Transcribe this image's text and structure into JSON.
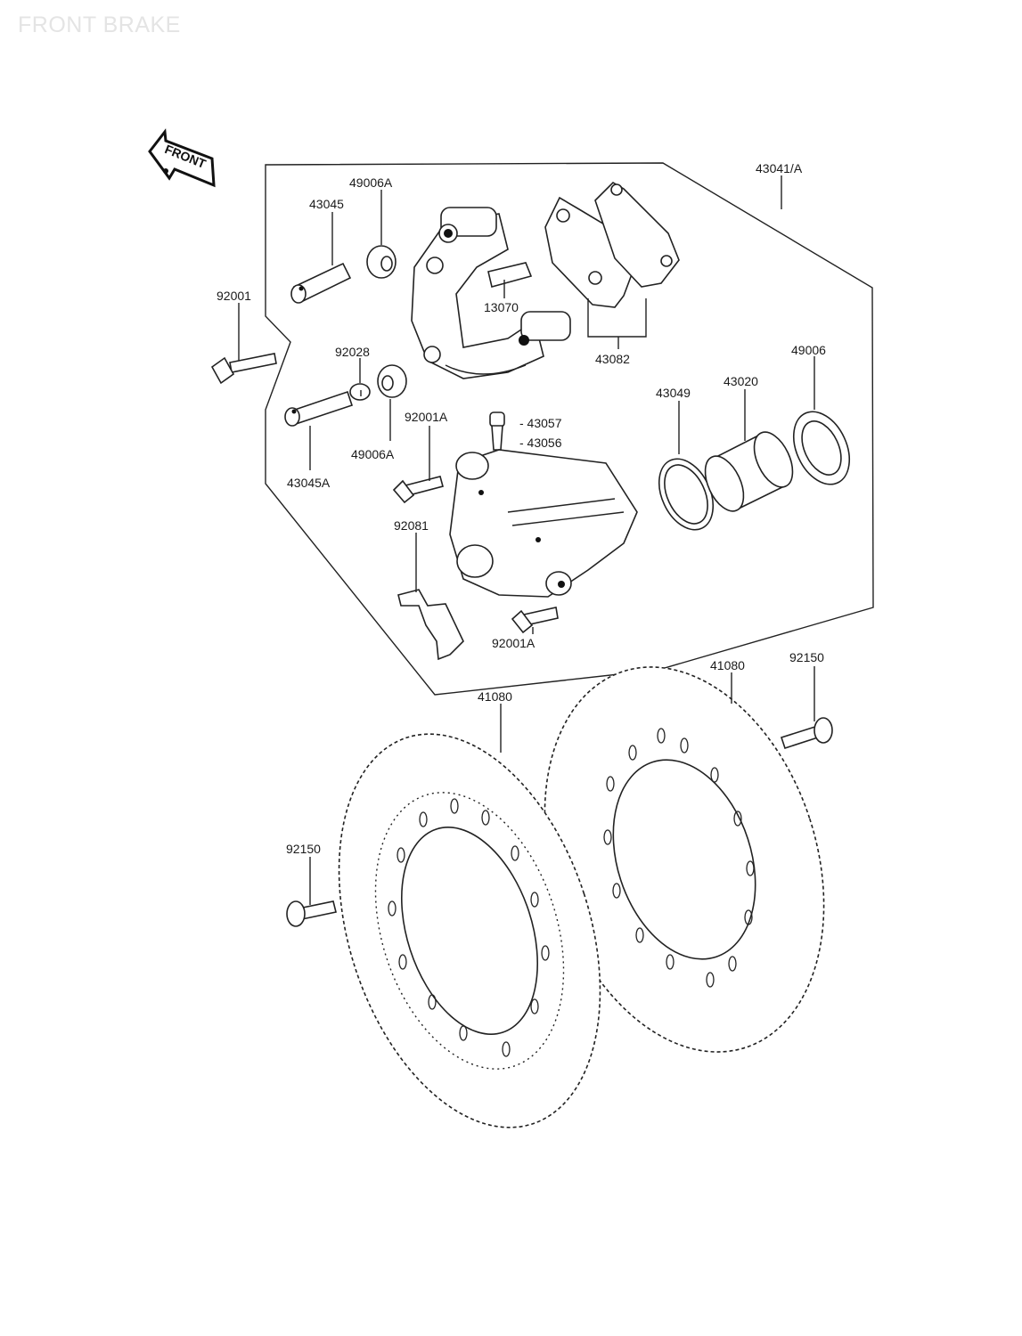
{
  "page": {
    "watermark": "FRONT BRAKE"
  },
  "diagram": {
    "front_badge": "FRONT",
    "labels": {
      "l43041": "43041/A",
      "l49006A_top": "49006A",
      "l43045": "43045",
      "l92001": "92001",
      "l13070": "13070",
      "l43082": "43082",
      "l92028": "92028",
      "l49006": "49006",
      "l43049": "43049",
      "l43020": "43020",
      "l43057": "- 43057",
      "l43056": "- 43056",
      "l92001A_top": "92001A",
      "l49006A_bottom": "49006A",
      "l43045A": "43045A",
      "l92081": "92081",
      "l92001A_bottom": "92001A",
      "l41080_right": "41080",
      "l92150_right": "92150",
      "l41080_left": "41080",
      "l92150_left": "92150"
    }
  }
}
